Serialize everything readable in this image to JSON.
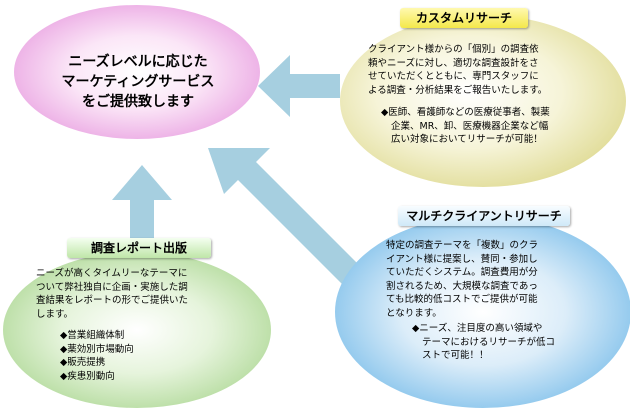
{
  "center": {
    "lines": [
      "ニーズレベルに応じた",
      "マーケティングサービス",
      "をご提供致します"
    ]
  },
  "custom_research": {
    "title": "カスタムリサーチ",
    "paragraph": [
      "クライアント様からの「個別」の調査依",
      "頼やニーズに対し、適切な調査設計をさ",
      "せていただくとともに、専門スタッフに",
      "よる調査・分析結果をご報告いたします。"
    ],
    "bullet": [
      "◆医師、看護師などの医療従事者、製薬",
      "企業、MR、卸、医療機器企業など幅",
      "広い対象においてリサーチが可能！"
    ]
  },
  "multi_client": {
    "title": "マルチクライアントリサーチ",
    "paragraph": [
      "特定の調査テーマを「複数」のクラ",
      "イアント様に提案し、賛同・参加し",
      "ていただくシステム。調査費用が分",
      "割されるため、大規模な調査であっ",
      "ても比較的低コストでご提供が可能",
      "となります。"
    ],
    "bullet": [
      "◆ニーズ、注目度の高い領域や",
      "テーマにおけるリサーチが低コ",
      "ストで可能！！"
    ]
  },
  "report": {
    "title": "調査レポート出版",
    "paragraph": [
      "ニーズが高くタイムリーなテーマに",
      "ついて弊社独自に企画・実施した調",
      "査結果をレポートの形でご提供いた",
      "します。"
    ],
    "items": [
      "◆営業組織体制",
      "◆薬効別市場動向",
      "◆販売提携",
      "◆疾患別動向"
    ]
  },
  "colors": {
    "center_pink": "#f0a8e8",
    "custom_yellow": "#eeeaa0",
    "multi_blue": "#7cc0ec",
    "report_green": "#b4dc9c",
    "arrow": "#a6cfe0"
  }
}
